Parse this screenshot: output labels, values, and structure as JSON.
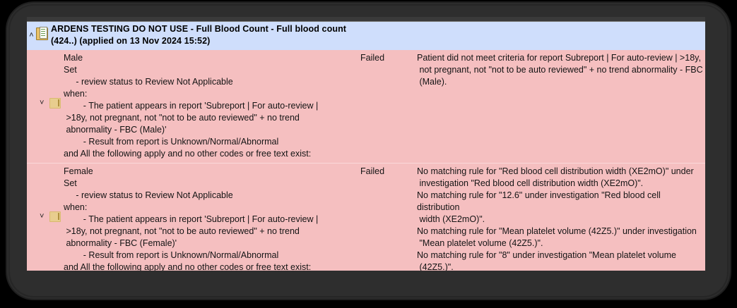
{
  "frame": {
    "style": "dark-rounded-device-frame"
  },
  "header": {
    "caret": "˄",
    "icon": "document-folder-icon",
    "title": "ARDENS TESTING DO NOT USE - Full Blood Count - Full blood count (424..) (applied on 13 Nov 2024 15:52)",
    "background_color": "#cfdefc"
  },
  "row_colors": {
    "row_background": "#f5bfc0",
    "row_divider": "#fbd9da"
  },
  "rows": [
    {
      "chevron": "˅",
      "tag_icon": "yellow-tag-icon",
      "description": "Male\nSet\n     - review status to Review Not Applicable\nwhen:\n        - The patient appears in report 'Subreport | For auto-review |\n >18y, not pregnant, not \"not to be auto reviewed\" + no trend\n abnormality - FBC (Male)'\n        - Result from report is Unknown/Normal/Abnormal\nand All the following apply and no other codes or free text exist:",
      "status": "Failed",
      "message": "Patient did not meet criteria for report Subreport | For auto-review | >18y,\n not pregnant, not \"not to be auto reviewed\" + no trend abnormality - FBC\n (Male)."
    },
    {
      "chevron": "˅",
      "tag_icon": "yellow-tag-icon",
      "description": "Female\nSet\n     - review status to Review Not Applicable\nwhen:\n        - The patient appears in report 'Subreport | For auto-review |\n >18y, not pregnant, not \"not to be auto reviewed\" + no trend\n abnormality - FBC (Female)'\n        - Result from report is Unknown/Normal/Abnormal\nand All the following apply and no other codes or free text exist:",
      "status": "Failed",
      "message": "No matching rule for \"Red blood cell distribution width (XE2mO)\" under\n investigation \"Red blood cell distribution width (XE2mO)\".\nNo matching rule for \"12.6\" under investigation \"Red blood cell distribution\n width (XE2mO)\".\nNo matching rule for \"Mean platelet volume (42Z5.)\" under investigation\n \"Mean platelet volume (42Z5.)\".\nNo matching rule for \"8\" under investigation \"Mean platelet volume\n (42Z5.)\"."
    }
  ]
}
